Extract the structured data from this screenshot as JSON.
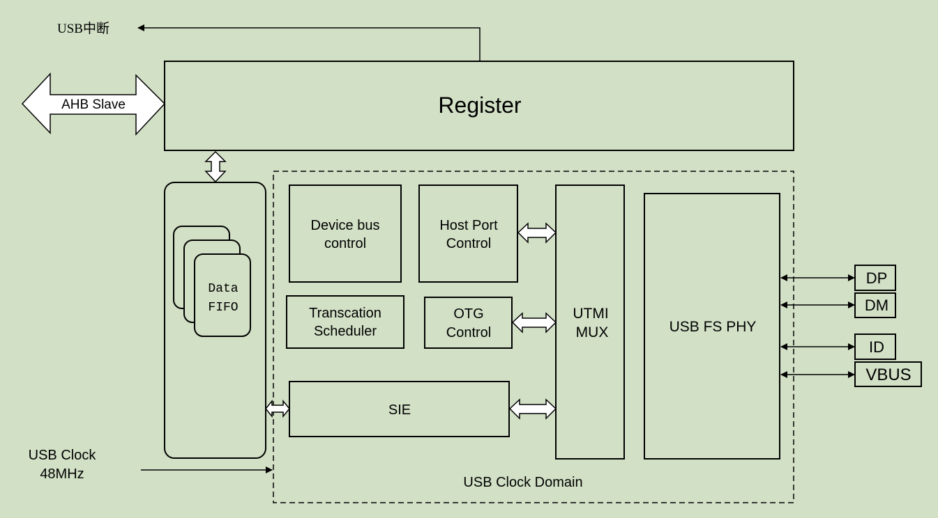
{
  "labels": {
    "usb_interrupt": "USB中断",
    "ahb_slave": "AHB Slave",
    "register": "Register",
    "data_fifo_line1": "Data",
    "data_fifo_line2": "FIFO",
    "device_bus_line1": "Device bus",
    "device_bus_line2": "control",
    "host_port_line1": "Host Port",
    "host_port_line2": "Control",
    "transcation_line1": "Transcation",
    "transcation_line2": "Scheduler",
    "otg_line1": "OTG",
    "otg_line2": "Control",
    "sie": "SIE",
    "utmi_line1": "UTMI",
    "utmi_line2": "MUX",
    "usb_fs_phy": "USB FS PHY",
    "pin_dp": "DP",
    "pin_dm": "DM",
    "pin_id": "ID",
    "pin_vbus": "VBUS",
    "usb_clock_line1": "USB Clock",
    "usb_clock_line2": "48MHz",
    "usb_clock_domain": "USB Clock Domain"
  }
}
